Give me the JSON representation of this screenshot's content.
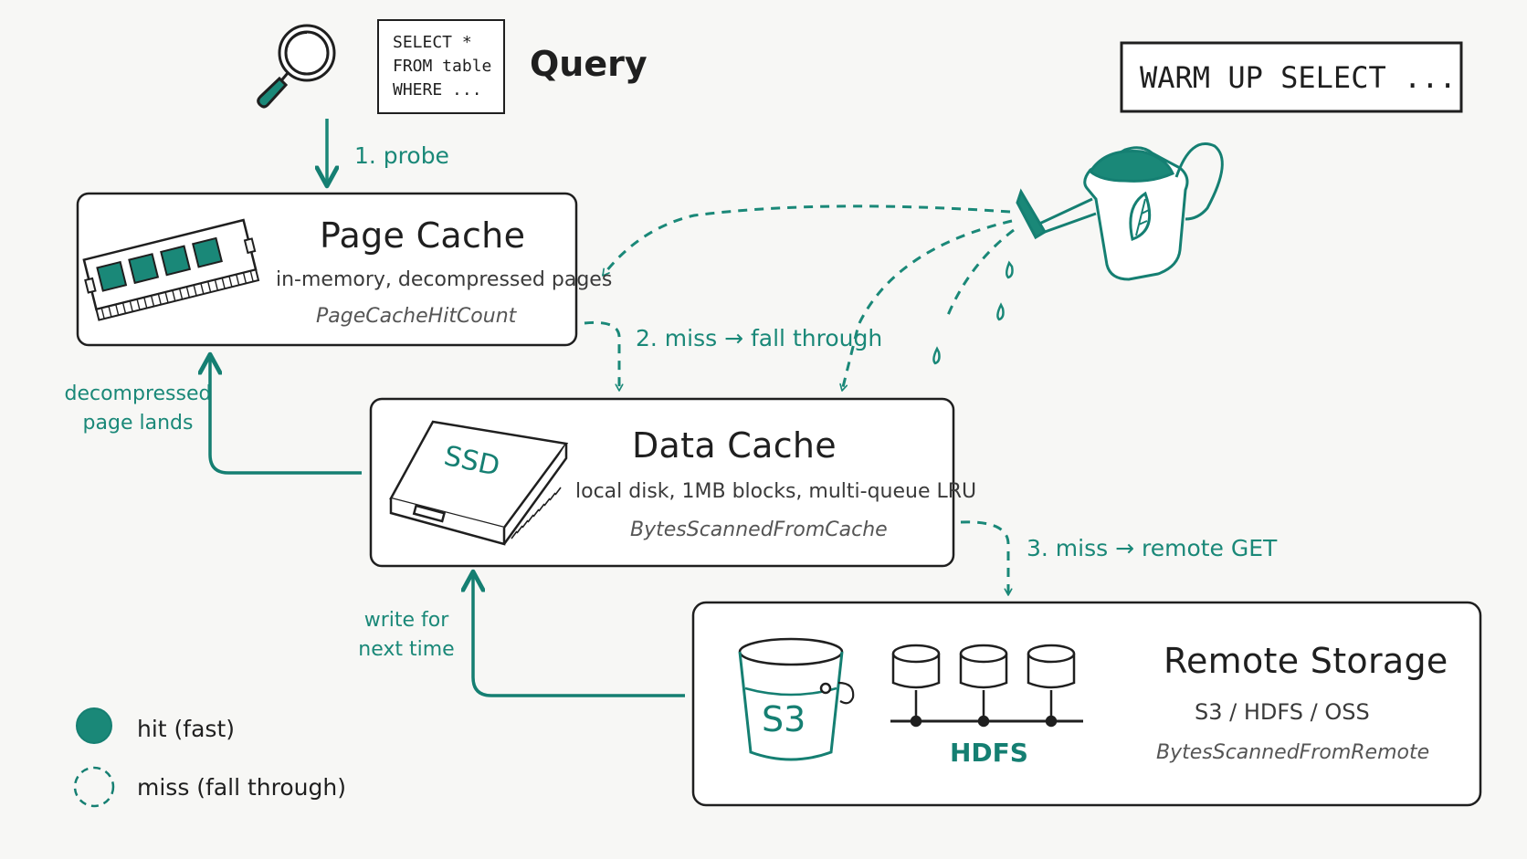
{
  "query": {
    "sql_line1": "SELECT *",
    "sql_line2": "FROM table",
    "sql_line3": "WHERE ...",
    "label": "Query"
  },
  "warmup": {
    "label": "WARM UP SELECT ..."
  },
  "steps": {
    "probe": "1. probe",
    "miss_fall": "2. miss → fall through",
    "miss_remote": "3. miss → remote GET"
  },
  "page_cache": {
    "title": "Page Cache",
    "subtitle": "in-memory, decompressed pages",
    "metric": "PageCacheHitCount"
  },
  "data_cache": {
    "title": "Data Cache",
    "subtitle": "local disk, 1MB blocks, multi-queue LRU",
    "metric": "BytesScannedFromCache",
    "icon_text": "SSD"
  },
  "remote_storage": {
    "title": "Remote Storage",
    "subtitle": "S3  /  HDFS  /  OSS",
    "metric": "BytesScannedFromRemote",
    "s3_text": "S3",
    "hdfs_text": "HDFS"
  },
  "side_labels": {
    "decompressed_line1": "decompressed",
    "decompressed_line2": "page lands",
    "write_line1": "write for",
    "write_line2": "next time"
  },
  "legend": {
    "hit": "hit (fast)",
    "miss": "miss  (fall through)"
  },
  "colors": {
    "accent": "#1a8878",
    "ink": "#1f1f1f",
    "background": "#f7f7f5"
  }
}
